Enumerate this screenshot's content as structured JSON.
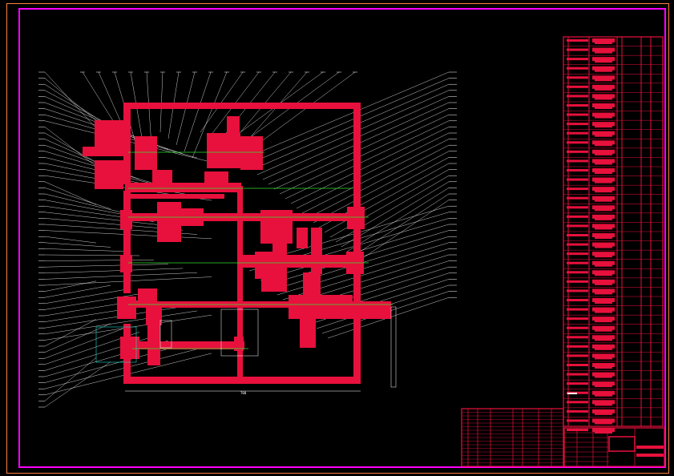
{
  "colors": {
    "background": "#000000",
    "outer_border": "#ff00ff",
    "frame_line": "#ff8040",
    "part_section": "#e8103c",
    "leader_line": "#ffffff",
    "center_line": "#30e030",
    "auxiliary_line": "#18d8c8"
  },
  "drawing": {
    "overall_dimension": "700"
  },
  "parts_list": {
    "rows": 42,
    "columns": 6
  },
  "title_block": {
    "rows": 8
  },
  "revision_block": {
    "rows": 16,
    "columns": 7
  }
}
